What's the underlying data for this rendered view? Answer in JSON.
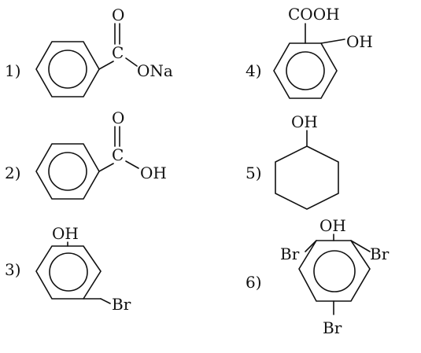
{
  "structures": [
    {
      "number": "1)",
      "labels": {
        "carbonyl_o": "O",
        "carbon": "C",
        "substituent": "ONa"
      }
    },
    {
      "number": "2)",
      "labels": {
        "carbonyl_o": "O",
        "carbon": "C",
        "substituent": "OH"
      }
    },
    {
      "number": "3)",
      "labels": {
        "top": "OH",
        "meta": "Br"
      }
    },
    {
      "number": "4)",
      "labels": {
        "top": "COOH",
        "ortho": "OH"
      }
    },
    {
      "number": "5)",
      "labels": {
        "top": "OH"
      }
    },
    {
      "number": "6)",
      "labels": {
        "top": "OH",
        "left": "Br",
        "right": "Br",
        "bottom": "Br"
      }
    }
  ]
}
